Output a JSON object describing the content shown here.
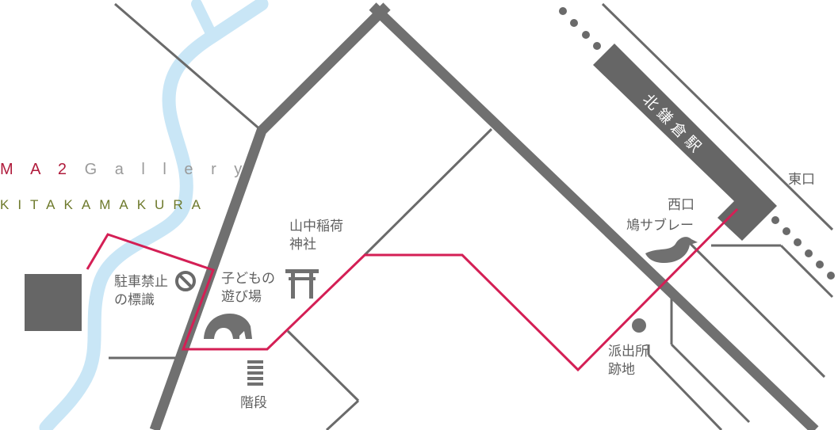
{
  "brand": {
    "line1_ma": "M A 2",
    "line1_gallery": "G a l l e r y",
    "line2": "KITAKAMAKURA"
  },
  "station": {
    "name": "北鎌倉駅"
  },
  "labels": {
    "higashiguchi": "東口",
    "nishiguchi": "西口",
    "hato": "鳩サブレー",
    "inari_line1": "山中稲荷",
    "inari_line2": "神社",
    "playground_line1": "子どもの",
    "playground_line2": "遊び場",
    "no_parking_line1": "駐車禁止",
    "no_parking_line2": "の標識",
    "kaidan": "階段",
    "koban_line1": "派出所",
    "koban_line2": "跡地"
  },
  "icons": [
    "gallery-marker-icon",
    "no-parking-icon",
    "torii-icon",
    "elephant-slide-icon",
    "stairs-icon",
    "dove-icon",
    "koban-dot-icon"
  ],
  "colors": {
    "route": "#d41f55",
    "road_main": "#707070",
    "road_minor": "#6a6a6a",
    "river": "#c9e6f6",
    "station": "#666666",
    "brand_ma": "#b01c3c",
    "brand_gallery": "#9a9a9a",
    "brand_kita": "#6e7a2c"
  }
}
